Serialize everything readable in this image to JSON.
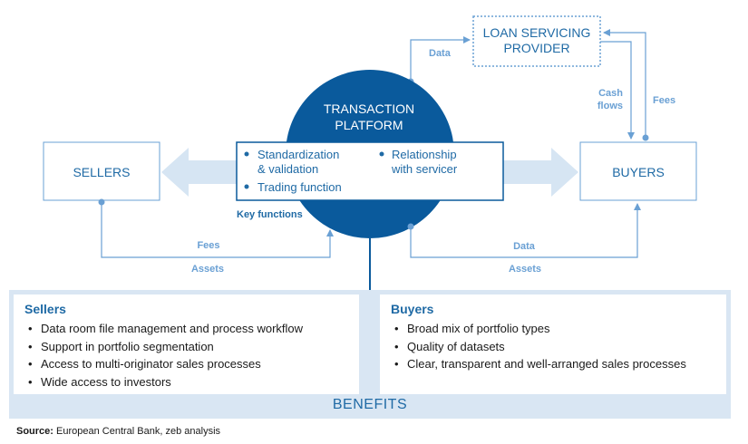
{
  "diagram": {
    "sellers": "SELLERS",
    "buyers": "BUYERS",
    "provider_line1": "LOAN SERVICING",
    "provider_line2": "PROVIDER",
    "platform_line1": "TRANSACTION",
    "platform_line2": "PLATFORM",
    "key_functions": {
      "item1_line1": "Standardization",
      "item1_line2": "& validation",
      "item2": "Trading function",
      "item3_line1": "Relationship",
      "item3_line2": "with servicer",
      "caption": "Key functions"
    },
    "flows": {
      "data_to_provider": "Data",
      "cash_line1": "Cash",
      "cash_line2": "flows",
      "fees_provider": "Fees",
      "fees_sellers": "Fees",
      "assets_sellers": "Assets",
      "data_buyers": "Data",
      "assets_buyers": "Assets"
    }
  },
  "benefits": {
    "title": "BENEFITS",
    "sellers": {
      "heading": "Sellers",
      "items": [
        "Data room file management and process workflow",
        "Support in portfolio segmentation",
        "Access to multi-originator sales processes",
        "Wide access to investors"
      ]
    },
    "buyers": {
      "heading": "Buyers",
      "items": [
        "Broad mix of portfolio types",
        "Quality of datasets",
        "Clear, transparent and well-arranged sales processes"
      ]
    }
  },
  "source": {
    "label": "Source:",
    "text": " European Central Bank, zeb analysis"
  },
  "colors": {
    "platform": "#0a5a9c",
    "accent": "#1f6aa5",
    "light_line": "#6aa0d4",
    "arrow_fill": "#d6e5f3",
    "benefits_bg": "#d9e6f3"
  }
}
